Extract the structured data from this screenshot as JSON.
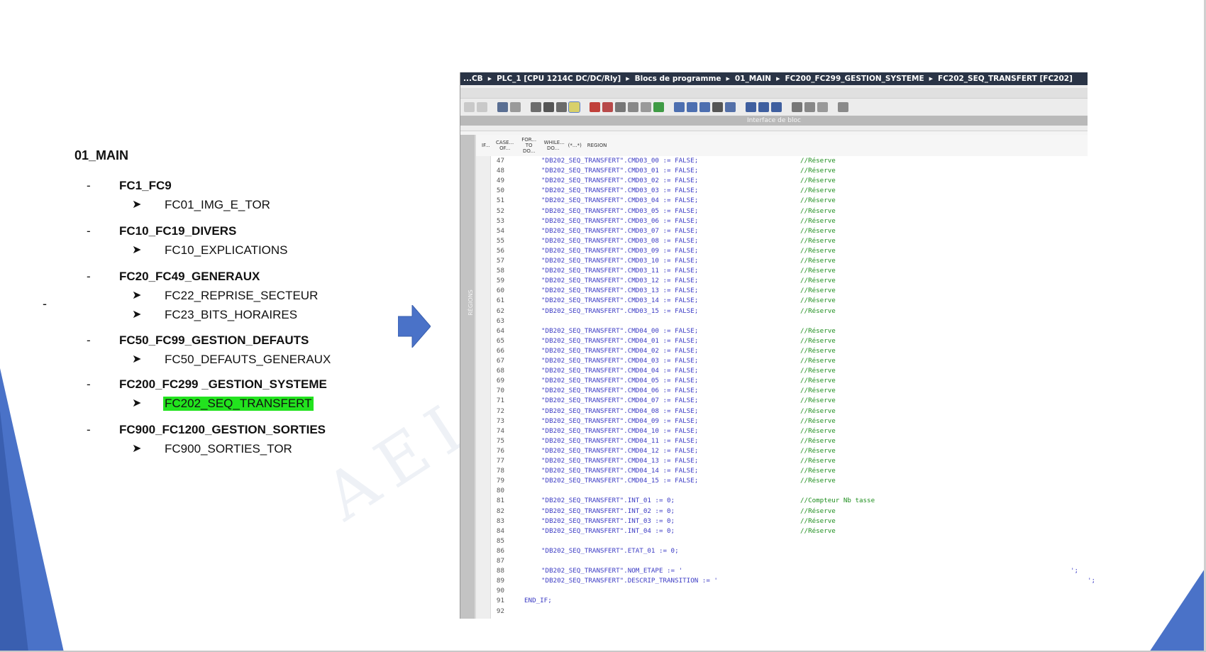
{
  "tree": {
    "root": {
      "dash": "-",
      "label": "01_MAIN"
    },
    "groups": [
      {
        "dash": "-",
        "label": "FC1_FC9",
        "children": [
          {
            "label": "FC01_IMG_E_TOR"
          }
        ]
      },
      {
        "dash": "-",
        "label": "FC10_FC19_DIVERS",
        "children": [
          {
            "label": "FC10_EXPLICATIONS"
          }
        ]
      },
      {
        "dash": "-",
        "label": "FC20_FC49_GENERAUX",
        "children": [
          {
            "label": "FC22_REPRISE_SECTEUR"
          },
          {
            "label": "FC23_BITS_HORAIRES"
          }
        ]
      },
      {
        "dash": "-",
        "label": "FC50_FC99_GESTION_DEFAUTS",
        "children": [
          {
            "label": "FC50_DEFAUTS_GENERAUX"
          }
        ]
      },
      {
        "dash": "-",
        "label": "FC200_FC299 _GESTION_SYSTEME",
        "children": [
          {
            "label": "FC202_SEQ_TRANSFERT",
            "highlighted": true
          }
        ]
      },
      {
        "dash": "-",
        "label": "FC900_FC1200_GESTION_SORTIES",
        "children": [
          {
            "label": "FC900_SORTIES_TOR"
          }
        ]
      }
    ],
    "highlight_color": "#22e31e"
  },
  "watermark": "AEI F",
  "editor": {
    "breadcrumb": [
      "...CB",
      "PLC_1 [CPU 1214C DC/DC/Rly]",
      "Blocs de programme",
      "01_MAIN",
      "FC200_FC299_GESTION_SYSTEME",
      "FC202_SEQ_TRANSFERT [FC202]"
    ],
    "interface_label": "Interface de bloc",
    "tabs": [
      "IF...",
      "CASE... OF...",
      "FOR... TO DO...",
      "WHILE... DO...",
      "(*...*)",
      "REGION"
    ],
    "regions_label": "RÉGIONS",
    "code_lines": [
      {
        "num": "47",
        "stmt": "\"DB202_SEQ_TRANSFERT\".CMD03_00 := FALSE;",
        "comment": "//Réserve"
      },
      {
        "num": "48",
        "stmt": "\"DB202_SEQ_TRANSFERT\".CMD03_01 := FALSE;",
        "comment": "//Réserve"
      },
      {
        "num": "49",
        "stmt": "\"DB202_SEQ_TRANSFERT\".CMD03_02 := FALSE;",
        "comment": "//Réserve"
      },
      {
        "num": "50",
        "stmt": "\"DB202_SEQ_TRANSFERT\".CMD03_03 := FALSE;",
        "comment": "//Réserve"
      },
      {
        "num": "51",
        "stmt": "\"DB202_SEQ_TRANSFERT\".CMD03_04 := FALSE;",
        "comment": "//Réserve"
      },
      {
        "num": "52",
        "stmt": "\"DB202_SEQ_TRANSFERT\".CMD03_05 := FALSE;",
        "comment": "//Réserve"
      },
      {
        "num": "53",
        "stmt": "\"DB202_SEQ_TRANSFERT\".CMD03_06 := FALSE;",
        "comment": "//Réserve"
      },
      {
        "num": "54",
        "stmt": "\"DB202_SEQ_TRANSFERT\".CMD03_07 := FALSE;",
        "comment": "//Réserve"
      },
      {
        "num": "55",
        "stmt": "\"DB202_SEQ_TRANSFERT\".CMD03_08 := FALSE;",
        "comment": "//Réserve"
      },
      {
        "num": "56",
        "stmt": "\"DB202_SEQ_TRANSFERT\".CMD03_09 := FALSE;",
        "comment": "//Réserve"
      },
      {
        "num": "57",
        "stmt": "\"DB202_SEQ_TRANSFERT\".CMD03_10 := FALSE;",
        "comment": "//Réserve"
      },
      {
        "num": "58",
        "stmt": "\"DB202_SEQ_TRANSFERT\".CMD03_11 := FALSE;",
        "comment": "//Réserve"
      },
      {
        "num": "59",
        "stmt": "\"DB202_SEQ_TRANSFERT\".CMD03_12 := FALSE;",
        "comment": "//Réserve"
      },
      {
        "num": "60",
        "stmt": "\"DB202_SEQ_TRANSFERT\".CMD03_13 := FALSE;",
        "comment": "//Réserve"
      },
      {
        "num": "61",
        "stmt": "\"DB202_SEQ_TRANSFERT\".CMD03_14 := FALSE;",
        "comment": "//Réserve"
      },
      {
        "num": "62",
        "stmt": "\"DB202_SEQ_TRANSFERT\".CMD03_15 := FALSE;",
        "comment": "//Réserve"
      },
      {
        "num": "63",
        "stmt": "",
        "comment": ""
      },
      {
        "num": "64",
        "stmt": "\"DB202_SEQ_TRANSFERT\".CMD04_00 := FALSE;",
        "comment": "//Réserve"
      },
      {
        "num": "65",
        "stmt": "\"DB202_SEQ_TRANSFERT\".CMD04_01 := FALSE;",
        "comment": "//Réserve"
      },
      {
        "num": "66",
        "stmt": "\"DB202_SEQ_TRANSFERT\".CMD04_02 := FALSE;",
        "comment": "//Réserve"
      },
      {
        "num": "67",
        "stmt": "\"DB202_SEQ_TRANSFERT\".CMD04_03 := FALSE;",
        "comment": "//Réserve"
      },
      {
        "num": "68",
        "stmt": "\"DB202_SEQ_TRANSFERT\".CMD04_04 := FALSE;",
        "comment": "//Réserve"
      },
      {
        "num": "69",
        "stmt": "\"DB202_SEQ_TRANSFERT\".CMD04_05 := FALSE;",
        "comment": "//Réserve"
      },
      {
        "num": "70",
        "stmt": "\"DB202_SEQ_TRANSFERT\".CMD04_06 := FALSE;",
        "comment": "//Réserve"
      },
      {
        "num": "71",
        "stmt": "\"DB202_SEQ_TRANSFERT\".CMD04_07 := FALSE;",
        "comment": "//Réserve"
      },
      {
        "num": "72",
        "stmt": "\"DB202_SEQ_TRANSFERT\".CMD04_08 := FALSE;",
        "comment": "//Réserve"
      },
      {
        "num": "73",
        "stmt": "\"DB202_SEQ_TRANSFERT\".CMD04_09 := FALSE;",
        "comment": "//Réserve"
      },
      {
        "num": "74",
        "stmt": "\"DB202_SEQ_TRANSFERT\".CMD04_10 := FALSE;",
        "comment": "//Réserve"
      },
      {
        "num": "75",
        "stmt": "\"DB202_SEQ_TRANSFERT\".CMD04_11 := FALSE;",
        "comment": "//Réserve"
      },
      {
        "num": "76",
        "stmt": "\"DB202_SEQ_TRANSFERT\".CMD04_12 := FALSE;",
        "comment": "//Réserve"
      },
      {
        "num": "77",
        "stmt": "\"DB202_SEQ_TRANSFERT\".CMD04_13 := FALSE;",
        "comment": "//Réserve"
      },
      {
        "num": "78",
        "stmt": "\"DB202_SEQ_TRANSFERT\".CMD04_14 := FALSE;",
        "comment": "//Réserve"
      },
      {
        "num": "79",
        "stmt": "\"DB202_SEQ_TRANSFERT\".CMD04_15 := FALSE;",
        "comment": "//Réserve"
      },
      {
        "num": "80",
        "stmt": "",
        "comment": ""
      },
      {
        "num": "81",
        "stmt": "\"DB202_SEQ_TRANSFERT\".INT_01 := 0;",
        "comment": "//Compteur Nb tasse"
      },
      {
        "num": "82",
        "stmt": "\"DB202_SEQ_TRANSFERT\".INT_02 := 0;",
        "comment": "//Réserve"
      },
      {
        "num": "83",
        "stmt": "\"DB202_SEQ_TRANSFERT\".INT_03 := 0;",
        "comment": "//Réserve"
      },
      {
        "num": "84",
        "stmt": "\"DB202_SEQ_TRANSFERT\".INT_04 := 0;",
        "comment": "//Réserve"
      },
      {
        "num": "85",
        "stmt": "",
        "comment": ""
      },
      {
        "num": "86",
        "stmt": "\"DB202_SEQ_TRANSFERT\".ETAT_01 := 0;",
        "comment": ""
      },
      {
        "num": "87",
        "stmt": "",
        "comment": ""
      },
      {
        "num": "88",
        "stmt": "\"DB202_SEQ_TRANSFERT\".NOM_ETAPE := '",
        "comment": "",
        "tail": "';"
      },
      {
        "num": "89",
        "stmt": "\"DB202_SEQ_TRANSFERT\".DESCRIP_TRANSITION := '",
        "comment": "",
        "tail": "';"
      },
      {
        "num": "90",
        "stmt": "",
        "comment": ""
      },
      {
        "num": "91",
        "stmt": "END_IF;",
        "comment": "",
        "indent": "outer"
      },
      {
        "num": "92",
        "stmt": "",
        "comment": ""
      }
    ]
  },
  "colors": {
    "breadcrumb_bg": "#2a3446",
    "accent_blue": "#4a72c8",
    "comment_green": "#1f8f1f",
    "code_blue": "#3b3bc4"
  }
}
